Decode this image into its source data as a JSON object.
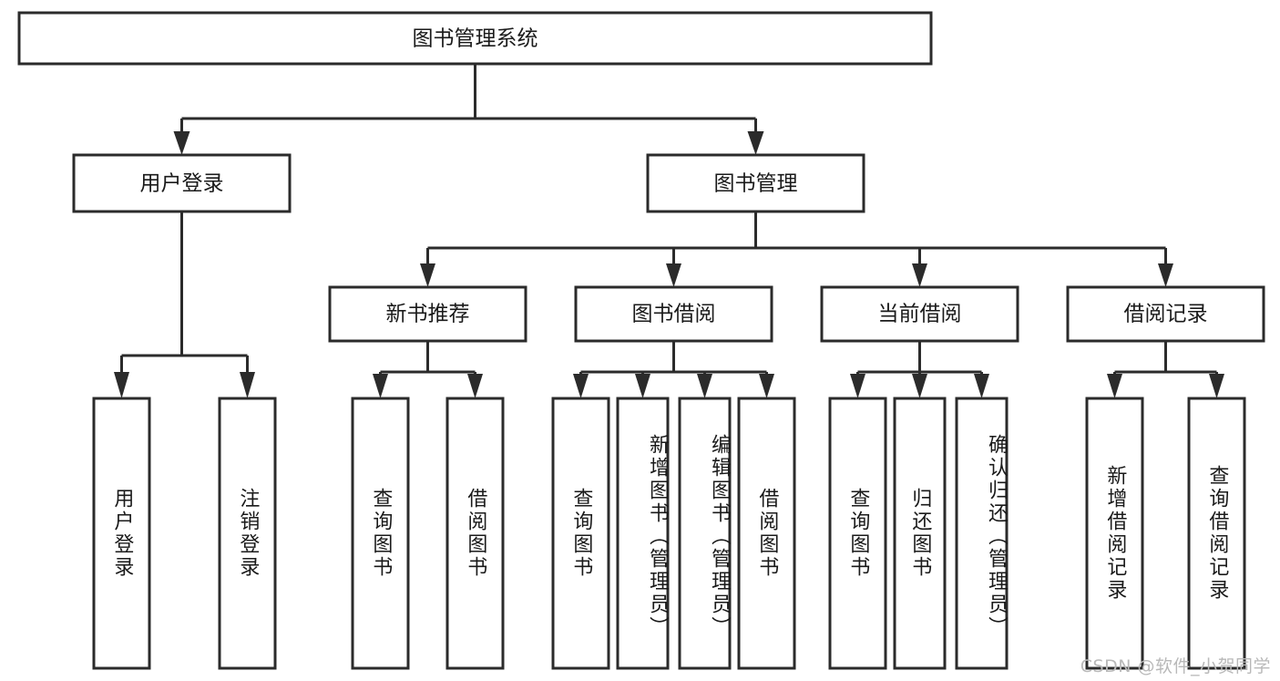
{
  "diagram": {
    "type": "tree-hierarchy-chart",
    "title": "图书管理系统",
    "background_color": "#ffffff",
    "line_color": "#2b2b2b",
    "text_color": "#1a1a1a",
    "root": {
      "label": "图书管理系统",
      "orientation": "horizontal"
    },
    "level2": [
      {
        "label": "用户登录",
        "orientation": "horizontal"
      },
      {
        "label": "图书管理",
        "orientation": "horizontal"
      }
    ],
    "level3": [
      {
        "label": "新书推荐",
        "orientation": "horizontal"
      },
      {
        "label": "图书借阅",
        "orientation": "horizontal"
      },
      {
        "label": "当前借阅",
        "orientation": "horizontal"
      },
      {
        "label": "借阅记录",
        "orientation": "horizontal"
      }
    ],
    "leaves": {
      "user_login": [
        {
          "label": "用户登录",
          "orientation": "vertical"
        },
        {
          "label": "注销登录",
          "orientation": "vertical"
        }
      ],
      "new_book_recommend": [
        {
          "label": "查询图书",
          "orientation": "vertical"
        },
        {
          "label": "借阅图书",
          "orientation": "vertical"
        }
      ],
      "book_borrow": [
        {
          "label": "查询图书",
          "orientation": "vertical"
        },
        {
          "label": "新增图书（管理员）",
          "orientation": "vertical"
        },
        {
          "label": "编辑图书（管理员）",
          "orientation": "vertical"
        },
        {
          "label": "借阅图书",
          "orientation": "vertical"
        }
      ],
      "current_borrow": [
        {
          "label": "查询图书",
          "orientation": "vertical"
        },
        {
          "label": "归还图书",
          "orientation": "vertical"
        },
        {
          "label": "确认归还（管理员）",
          "orientation": "vertical"
        }
      ],
      "borrow_record": [
        {
          "label": "新增借阅记录",
          "orientation": "vertical"
        },
        {
          "label": "查询借阅记录",
          "orientation": "vertical"
        }
      ]
    }
  },
  "watermark": {
    "text": "CSDN @软件_小贺同学"
  }
}
